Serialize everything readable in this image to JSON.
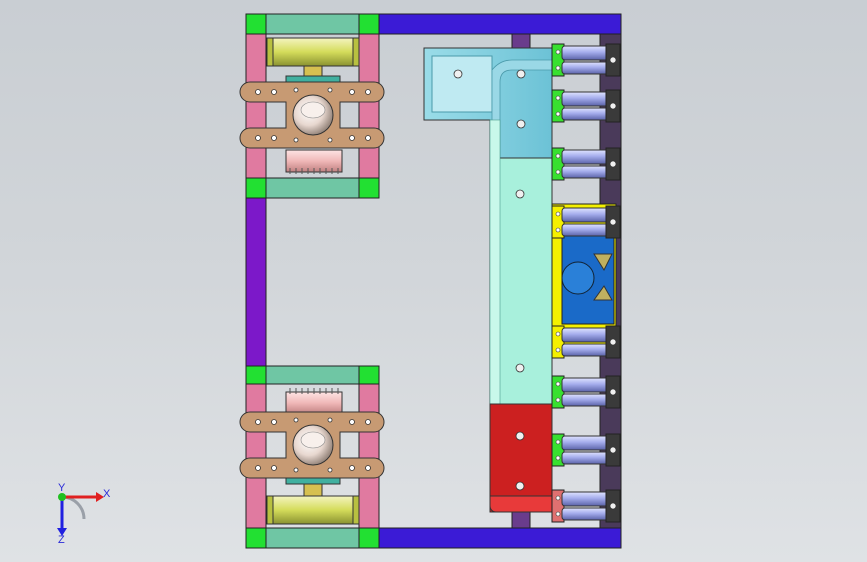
{
  "viewport": {
    "background_top": "#c9ced3",
    "background_bottom": "#dfe2e5",
    "cursor": "arrow"
  },
  "colors": {
    "frame_purple": "#7c18c9",
    "frame_blue": "#3b1bd6",
    "corner_green": "#22e032",
    "teal_plate": "#6fc6a4",
    "pink_post": "#e07aa0",
    "bracket_tan": "#c79a73",
    "motor_drum": "#d9e07a",
    "motor_pink": "#f0c0c0",
    "duct_blue": "#7fd0e0",
    "column_mint": "#a8f0dc",
    "column_red": "#cc2020",
    "rail_purple": "#6a3c8c",
    "roller_blue": "#a0a8e8",
    "mount_green": "#38e030",
    "mount_yellow": "#f4f000",
    "gearbox_blue": "#1a6ac8"
  },
  "model": {
    "name": "",
    "visible_parts": [
      "outer-frame",
      "wheel-assembly-top",
      "wheel-assembly-bottom",
      "duct-elbow",
      "vertical-column",
      "side-rollers",
      "gearbox-housing"
    ]
  },
  "triad": {
    "x_label": "X",
    "y_label": "Y",
    "z_label": "Z",
    "x_color": "#e02020",
    "y_color": "#20c020",
    "z_color": "#2020e0"
  }
}
